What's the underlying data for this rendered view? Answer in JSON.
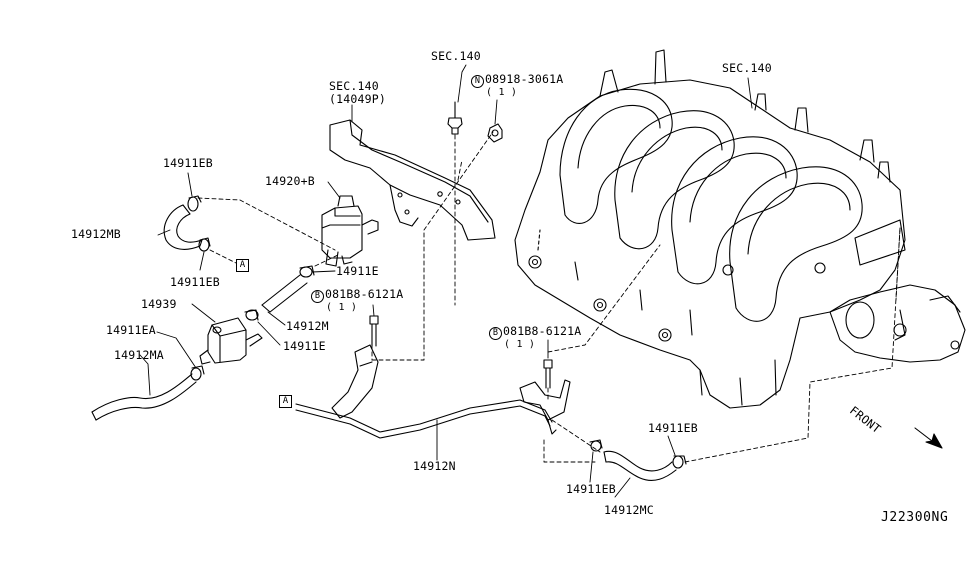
{
  "labels": {
    "sec140_top": "SEC.140",
    "sec140_bracket": "SEC.140",
    "sec140_bracket_sub": "(14049P)",
    "sec140_manifold": "SEC.140",
    "nut_part": "08918-3061A",
    "nut_prefix": "N",
    "nut_qty": "( 1 )",
    "p14911EB_top": "14911EB",
    "p14920B": "14920+B",
    "p14912MB": "14912MB",
    "p14911EB_mid": "14911EB",
    "p14911E_1": "14911E",
    "bolt1_prefix": "B",
    "bolt1_part": "081B8-6121A",
    "bolt1_qty": "( 1 )",
    "p14939": "14939",
    "p14912M": "14912M",
    "p14911EA": "14911EA",
    "p14911E_2": "14911E",
    "p14912MA": "14912MA",
    "bolt2_prefix": "B",
    "bolt2_part": "081B8-6121A",
    "bolt2_qty": "( 1 )",
    "p14912N": "14912N",
    "p14911EB_right": "14911EB",
    "p14911EB_bottom": "14911EB",
    "p14912MC": "14912MC",
    "front": "FRONT",
    "box_ref_a": "A",
    "box_ref_b": "A",
    "diagram_ref": "J22300NG"
  },
  "colors": {
    "line": "#000000",
    "background": "#ffffff"
  }
}
